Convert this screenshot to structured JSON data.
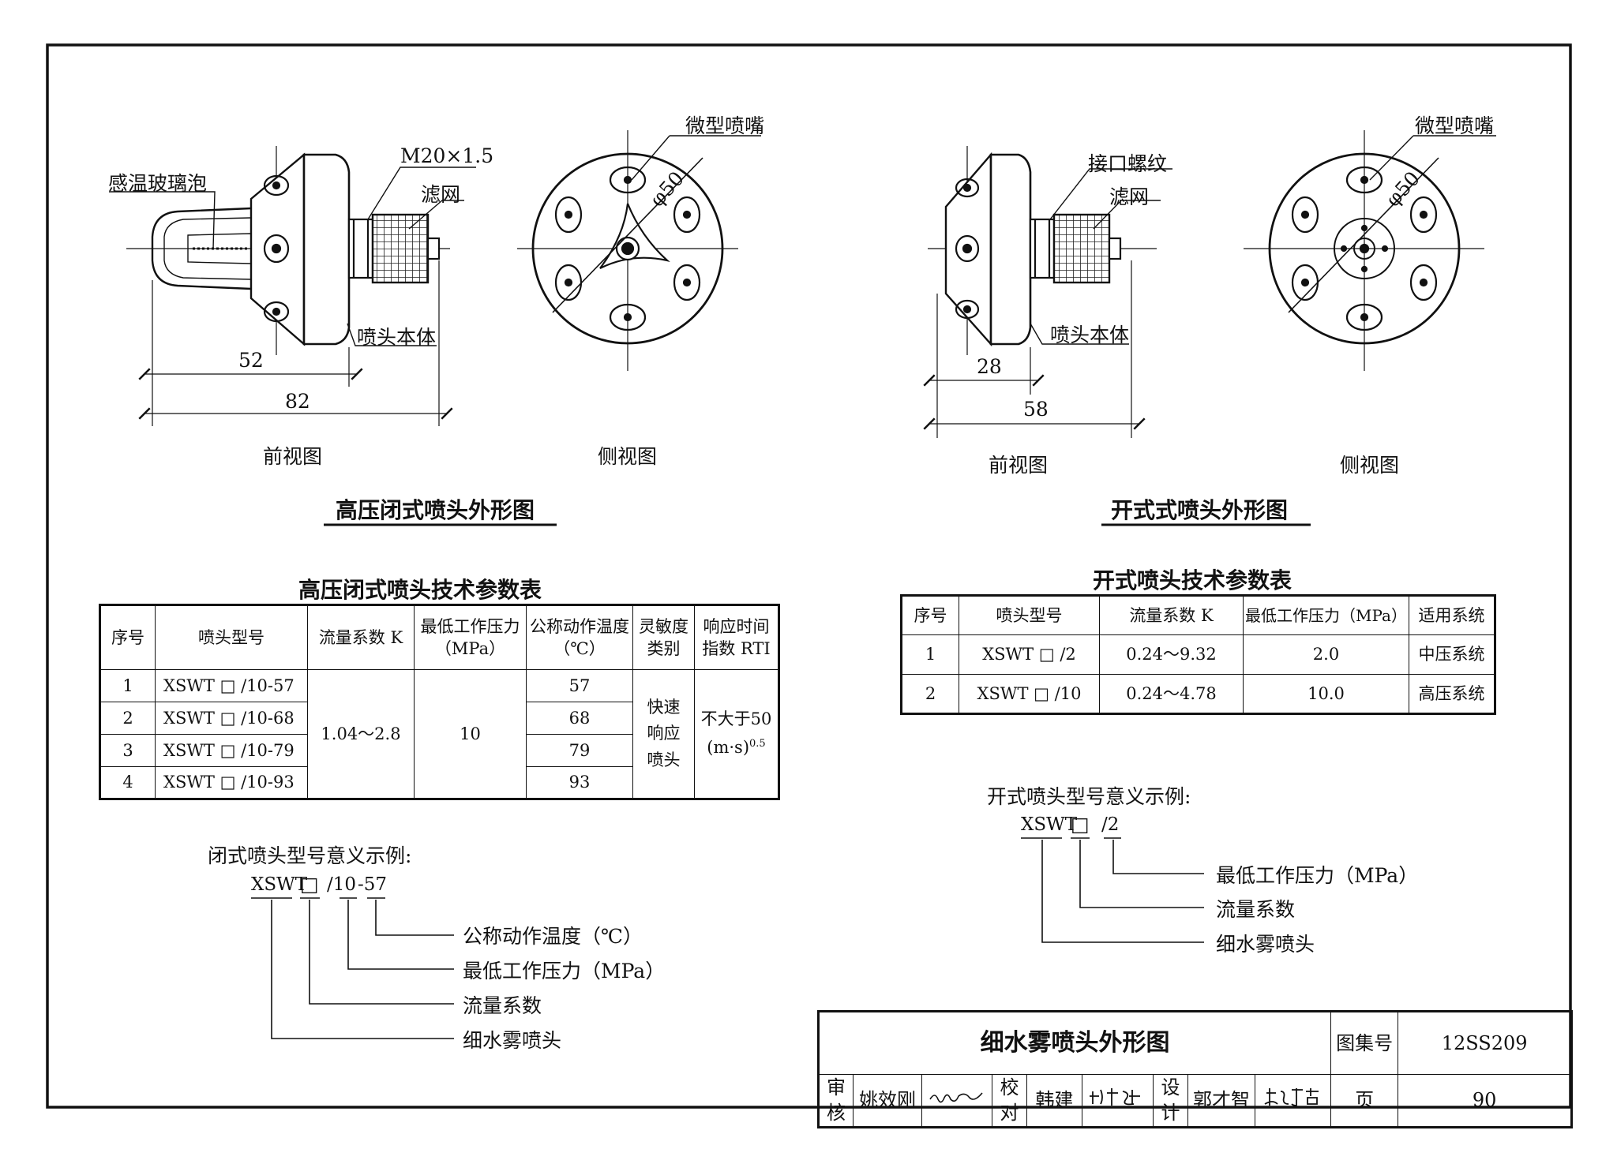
{
  "closed_head": {
    "front_labels": {
      "glass_bulb": "感温玻璃泡",
      "thread": "M20×1.5",
      "filter": "滤网",
      "body": "喷头本体",
      "dim_52": "52",
      "dim_82": "82",
      "view": "前视图"
    },
    "side_labels": {
      "nozzle": "微型喷嘴",
      "dia": "φ50",
      "view": "侧视图"
    },
    "title": "高压闭式喷头外形图"
  },
  "open_head": {
    "front_labels": {
      "thread": "接口螺纹",
      "filter": "滤网",
      "body": "喷头本体",
      "dim_28": "28",
      "dim_58": "58",
      "view": "前视图"
    },
    "side_labels": {
      "nozzle": "微型喷嘴",
      "dia": "φ50",
      "view": "侧视图"
    },
    "title": "开式式喷头外形图"
  },
  "closed_table": {
    "title": "高压闭式喷头技术参数表",
    "headers": [
      "序号",
      "喷头型号",
      "流量系数 K",
      "最低工作压力",
      "（MPa）",
      "公称动作温度",
      "（℃）",
      "灵敏度",
      "类别",
      "响应时间",
      "指数 RTI"
    ],
    "rows": [
      {
        "no": "1",
        "model": "XSWT □ /10-57",
        "temp": "57"
      },
      {
        "no": "2",
        "model": "XSWT □ /10-68",
        "temp": "68"
      },
      {
        "no": "3",
        "model": "XSWT □ /10-79",
        "temp": "79"
      },
      {
        "no": "4",
        "model": "XSWT □ /10-93",
        "temp": "93"
      }
    ],
    "k": "1.04～2.8",
    "pressure": "10",
    "sensitivity": [
      "快速",
      "响应",
      "喷头"
    ],
    "rti": "不大于50",
    "rti_unit": "(m·s)",
    "rti_exp": "0.5"
  },
  "open_table": {
    "title": "开式喷头技术参数表",
    "headers": [
      "序号",
      "喷头型号",
      "流量系数 K",
      "最低工作压力（MPa）",
      "适用系统"
    ],
    "rows": [
      {
        "no": "1",
        "model": "XSWT □ /2",
        "k": "0.24～9.32",
        "p": "2.0",
        "sys": "中压系统"
      },
      {
        "no": "2",
        "model": "XSWT □ /10",
        "k": "0.24～4.78",
        "p": "10.0",
        "sys": "高压系统"
      }
    ]
  },
  "closed_example": {
    "title": "闭式喷头型号意义示例:",
    "code": [
      "XSWT",
      "□",
      "/10",
      "-57"
    ],
    "meanings": [
      "公称动作温度（℃）",
      "最低工作压力（MPa）",
      "流量系数",
      "细水雾喷头"
    ]
  },
  "open_example": {
    "title": "开式喷头型号意义示例:",
    "code": [
      "XSWT",
      "□",
      "/2"
    ],
    "meanings": [
      "最低工作压力（MPa）",
      "流量系数",
      "细水雾喷头"
    ]
  },
  "title_block": {
    "title": "细水雾喷头外形图",
    "atlas_label": "图集号",
    "atlas_no": "12SS209",
    "review": "审核",
    "reviewer": "姚效刚",
    "check": "校对",
    "checker": "韩建",
    "design": "设计",
    "designer": "郭才智",
    "page_label": "页",
    "page_no": "90"
  }
}
